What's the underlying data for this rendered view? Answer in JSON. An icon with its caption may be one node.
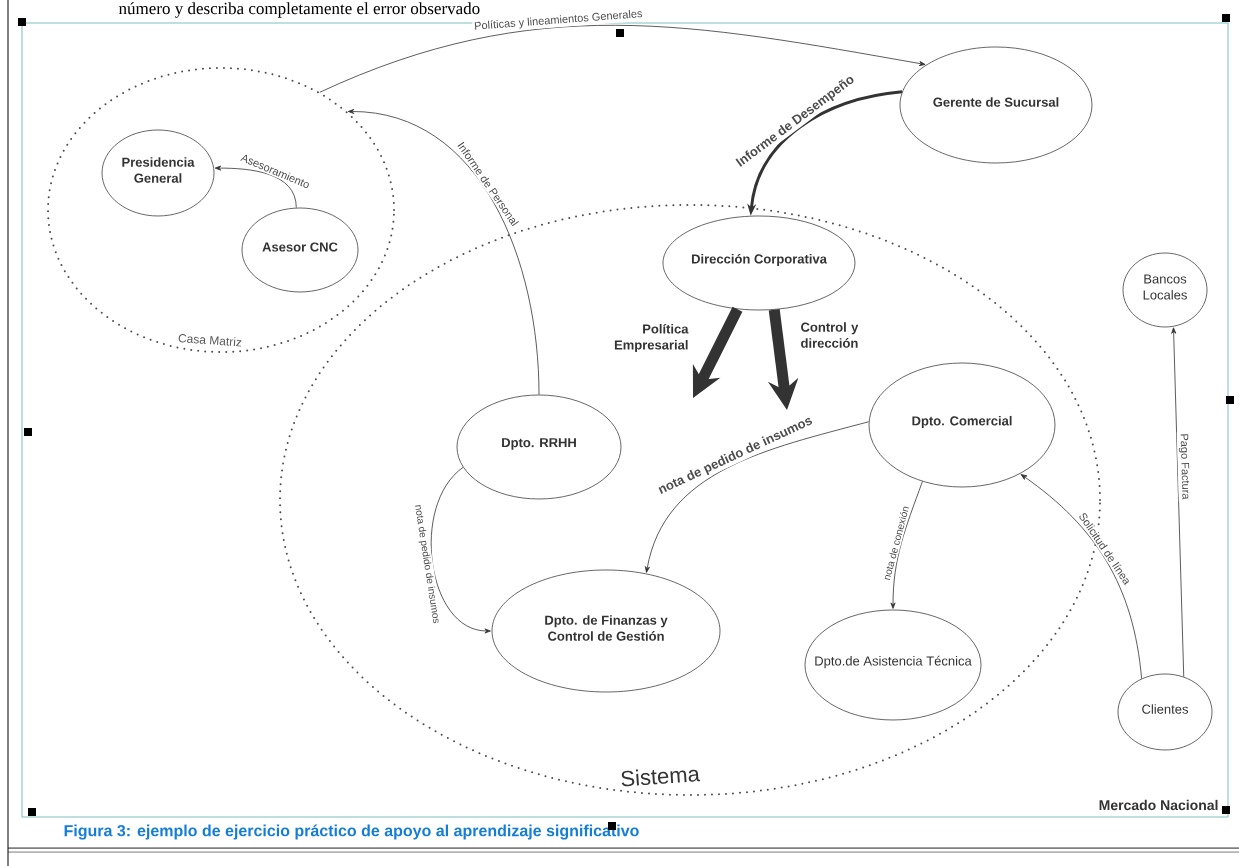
{
  "diagram": {
    "caption": "Figura 3: ejemplo de ejercicio práctico de apoyo al aprendizaje significativo",
    "nodes": [
      {
        "text": [
          "Mercado Nacional"
        ]
      },
      {
        "text": [
          "Casa Matriz"
        ],
        "in": 0
      },
      {
        "text": [
          "Presidencia General"
        ],
        "in": 1
      },
      {
        "text": [
          "Asesor CNC"
        ],
        "in": 1
      },
      {
        "text": [
          "Gerente de Sucursal"
        ],
        "in": 0
      },
      {
        "text": [
          "Sistema"
        ],
        "in": 0
      },
      {
        "text": [
          "Dirección Corporativa"
        ],
        "in": 5
      },
      {
        "text": [
          "Dpto. RRHH"
        ],
        "in": 5
      },
      {
        "text": [
          "Dpto. Comercial"
        ],
        "in": 5
      },
      {
        "text": [
          "Dpto. de Finanzas y Control de Gestión"
        ],
        "in": 5
      },
      {
        "text": [
          "Dpto.de Asistencia Técnica"
        ],
        "in": 5
      },
      {
        "text": [
          "Bancos Locales"
        ],
        "in": 0
      },
      {
        "text": [
          "Clientes"
        ],
        "in": 0
      }
    ],
    "edges": [
      {
        "from": 3,
        "to": 2,
        "arrow": "to",
        "label": "Asesoramiento"
      },
      {
        "from": 1,
        "to": 4,
        "arrow": "to",
        "label": "Políticas y lineamientos Generales"
      },
      {
        "from": 7,
        "to": 1,
        "arrow": "to",
        "label": "Informe de Personal"
      },
      {
        "from": 4,
        "to": 6,
        "arrow": "to",
        "label": "Informe de Desempeño",
        "style": "thick"
      },
      {
        "from": 6,
        "to": null,
        "arrow": "to",
        "label": "Política Empresarial",
        "style": "thick"
      },
      {
        "from": 6,
        "to": null,
        "arrow": "to",
        "label": "Control y dirección",
        "style": "thick"
      },
      {
        "from": 7,
        "to": 9,
        "arrow": "to",
        "label": "nota de pedido de insumos"
      },
      {
        "from": 8,
        "to": 9,
        "arrow": "to",
        "label": "nota de pedido de insumos"
      },
      {
        "from": 8,
        "to": 10,
        "arrow": "to",
        "label": "nota de conexión"
      },
      {
        "from": 12,
        "to": 8,
        "arrow": "to",
        "label": "Solicitud de línea"
      },
      {
        "from": 12,
        "to": 11,
        "arrow": "to",
        "label": "Pago Factura"
      }
    ],
    "labels": [
      "número y describa completamente el error observado"
    ]
  }
}
